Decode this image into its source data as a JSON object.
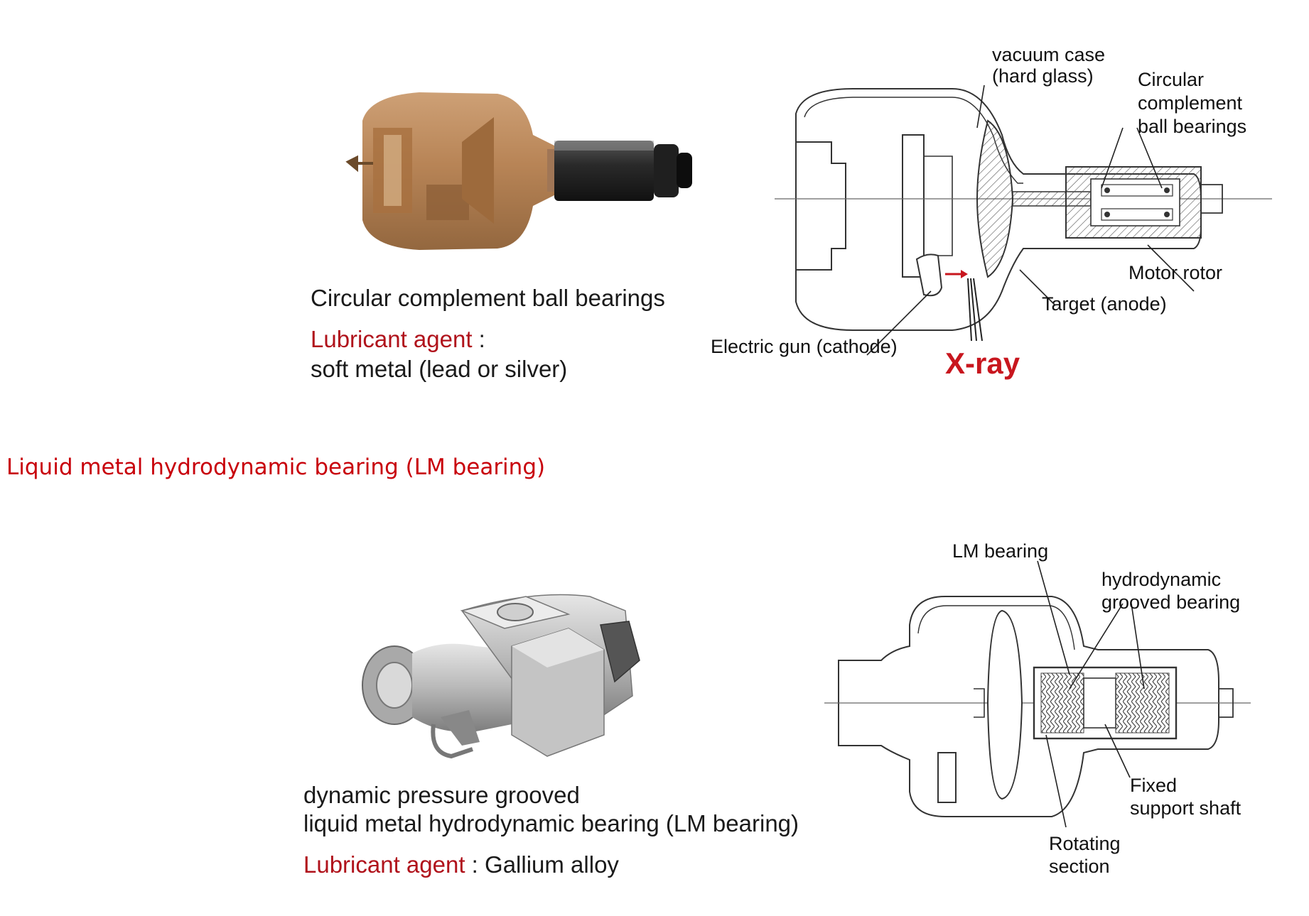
{
  "ball": {
    "caption_title": "Circular complement ball bearings",
    "lubricant_label": "Lubricant agent",
    "lubricant_sep": " :",
    "lubricant_value": "soft metal (lead or silver)",
    "diagram": {
      "vacuum_case": [
        "vacuum case",
        "(hard glass)"
      ],
      "bearings": [
        "Circular",
        "complement",
        "ball bearings"
      ],
      "motor_rotor": "Motor rotor",
      "target": "Target (anode)",
      "electric_gun": "Electric gun (cathode)",
      "xray": "X-ray"
    }
  },
  "section_heading": "Liquid metal hydrodynamic bearing (LM bearing)",
  "lm": {
    "caption_line1": "dynamic pressure grooved",
    "caption_line2": "liquid metal hydrodynamic bearing (LM bearing)",
    "lubricant_label": "Lubricant agent",
    "lubricant_value": " : Gallium alloy",
    "diagram": {
      "lm_bearing": "LM bearing",
      "grooved": [
        "hydrodynamic",
        "grooved bearing"
      ],
      "fixed_shaft": [
        "Fixed",
        "support shaft"
      ],
      "rotating": [
        "Rotating",
        "section"
      ]
    }
  },
  "colors": {
    "heading": "#c8000a",
    "lubricant": "#b0121b",
    "xray": "#c8161e"
  }
}
